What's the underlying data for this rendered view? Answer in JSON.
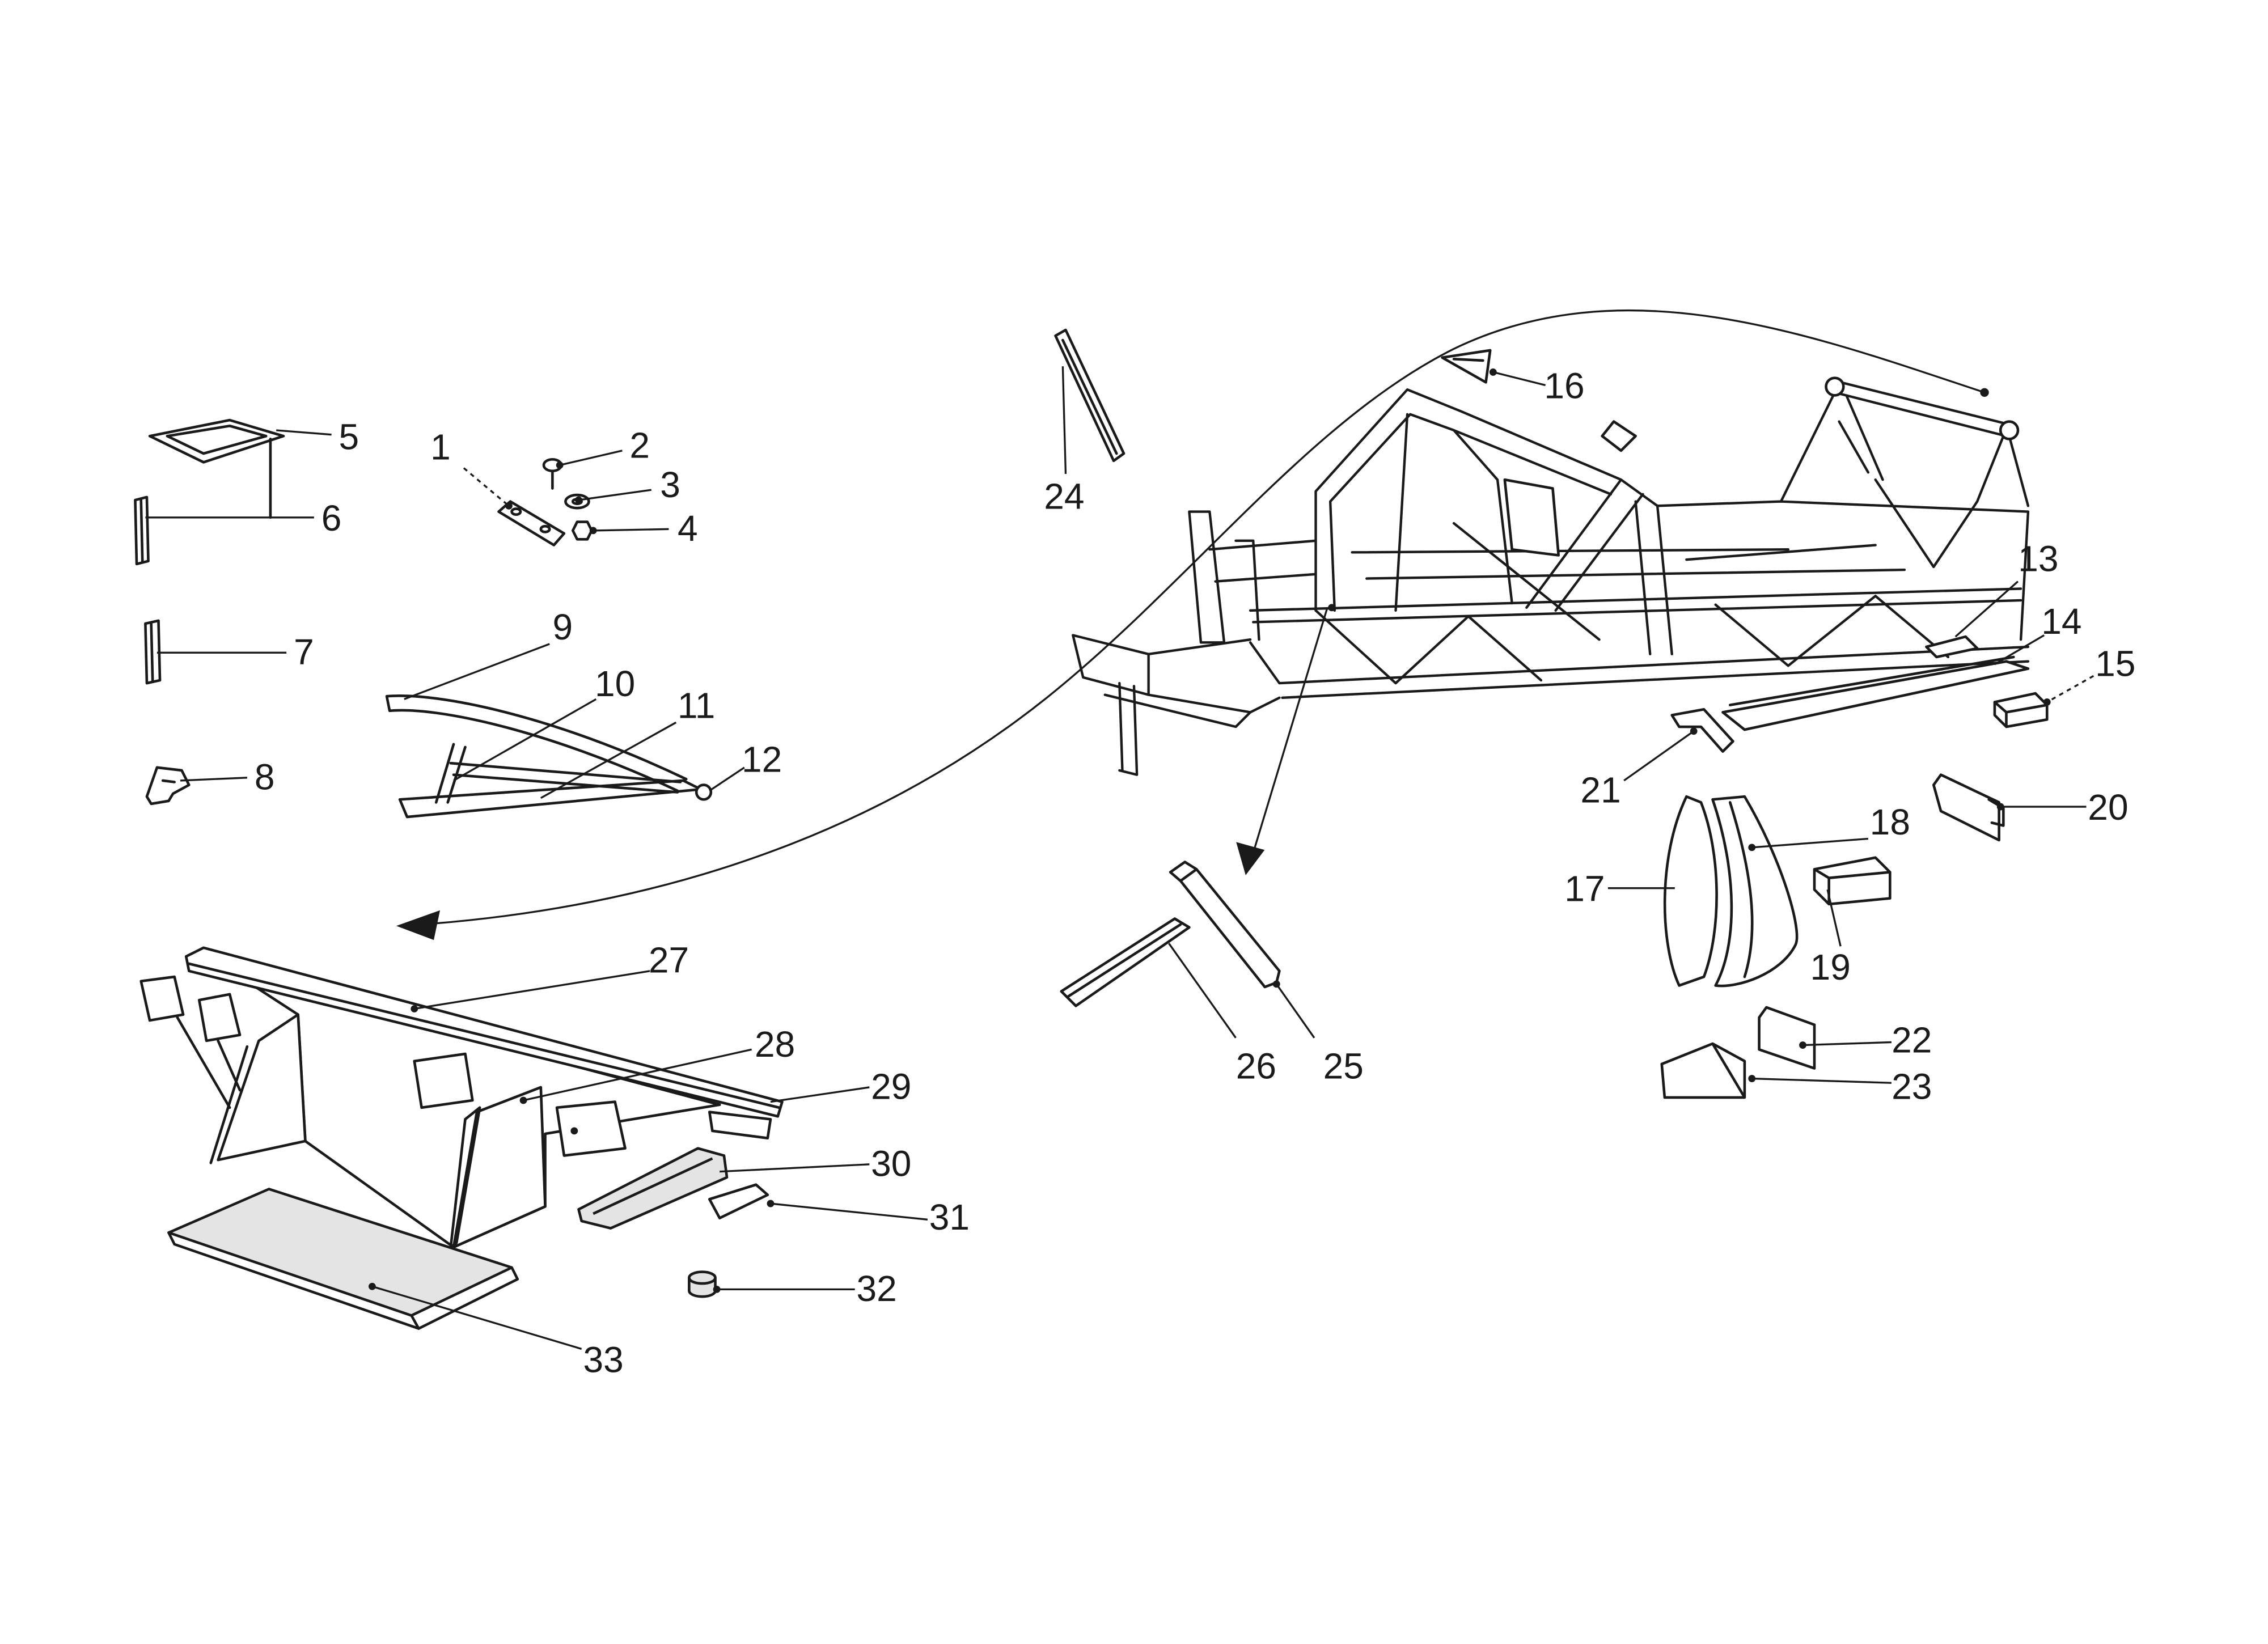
{
  "callouts": [
    "1",
    "2",
    "3",
    "4",
    "5",
    "6",
    "7",
    "8",
    "9",
    "10",
    "11",
    "12",
    "13",
    "14",
    "15",
    "16",
    "17",
    "18",
    "19",
    "20",
    "21",
    "22",
    "23",
    "24",
    "25",
    "26",
    "27",
    "28",
    "29",
    "30",
    "31",
    "32",
    "33"
  ],
  "colors": {
    "line": "#1a1a1a",
    "background": "#ffffff",
    "panel_fill": "#e4e4e4"
  }
}
